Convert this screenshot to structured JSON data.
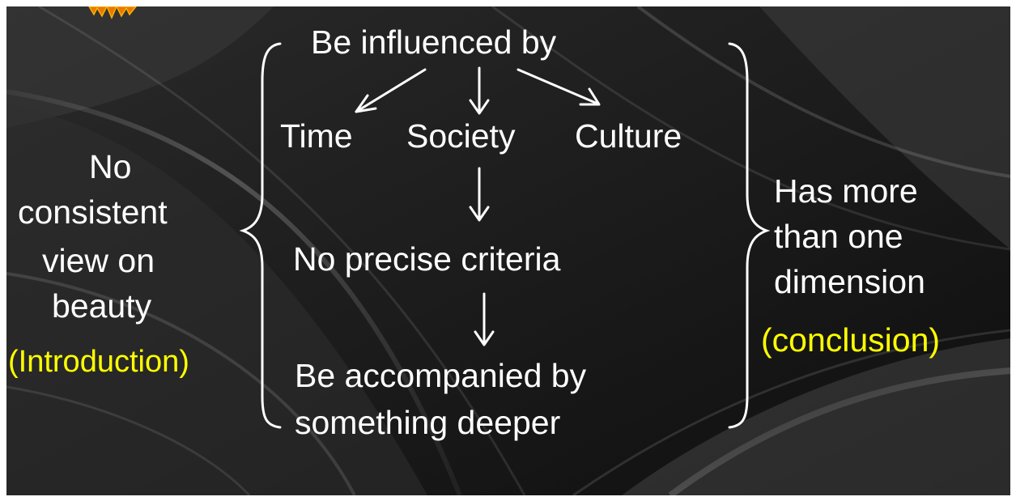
{
  "slide": {
    "left_block": {
      "lines": [
        "No",
        "consistent",
        "view on",
        "beauty"
      ],
      "tag": "(Introduction)"
    },
    "center_block": {
      "top": "Be influenced by",
      "factors": [
        "Time",
        "Society",
        "Culture"
      ],
      "middle": "No precise criteria",
      "bottom_lines": [
        "Be accompanied by",
        "something deeper"
      ]
    },
    "right_block": {
      "lines": [
        "Has more",
        "than one",
        "dimension"
      ],
      "tag": "(conclusion)"
    }
  },
  "colors": {
    "text": "#ffffff",
    "highlight": "#ffff00",
    "background": "#151515",
    "burst": "#e87a00"
  },
  "icons": {
    "burst": "starburst-icon"
  }
}
